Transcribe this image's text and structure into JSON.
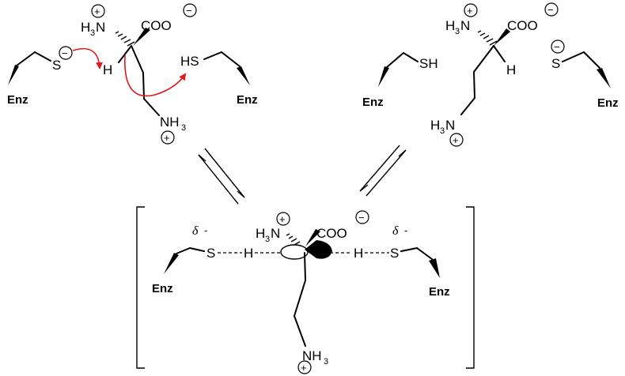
{
  "labels": {
    "enz": "Enz",
    "s": "S",
    "sh": "SH",
    "hs": "HS",
    "h": "H",
    "h3n": "H3N",
    "h3n_h": "H",
    "h3n_3": "3",
    "h3n_n": "N",
    "h2n": "N",
    "nh3_n": "NH",
    "nh3_3": "3",
    "coo": "COO",
    "minus": "−",
    "plus": "+",
    "delta": "δ",
    "delta_charge": "-"
  },
  "colors": {
    "ink": "#000000",
    "curved_arrow": "#e0191b"
  }
}
